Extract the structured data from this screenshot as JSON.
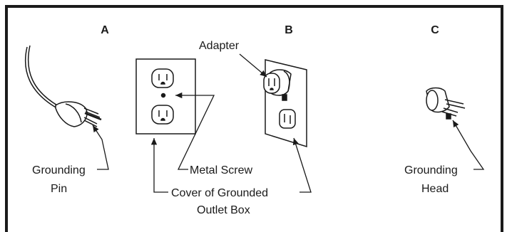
{
  "panels": {
    "a": {
      "title": "A",
      "grounding_pin": [
        "Grounding",
        "Pin"
      ]
    },
    "b": {
      "title": "B",
      "adapter": "Adapter"
    },
    "c": {
      "title": "C",
      "grounding_head": [
        "Grounding",
        "Head"
      ]
    }
  },
  "labels": {
    "metal_screw": "Metal Screw",
    "cover": [
      "Cover of Grounded",
      "Outlet Box"
    ]
  },
  "colors": {
    "stroke": "#1a1a1a",
    "background": "#ffffff",
    "frame": "#1a1a1a"
  }
}
